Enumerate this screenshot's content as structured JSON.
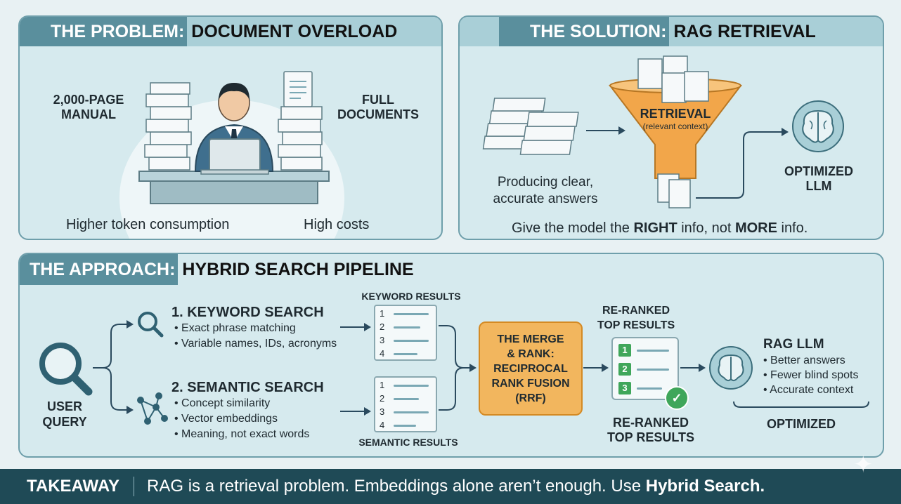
{
  "problem": {
    "title_a": "THE PROBLEM:",
    "title_b": "DOCUMENT OVERLOAD",
    "manual_label": "2,000-PAGE\nMANUAL",
    "docs_label": "FULL\nDOCUMENTS",
    "cost_token": "Higher token consumption",
    "cost_high": "High costs"
  },
  "solution": {
    "title_a": "THE SOLUTION:",
    "title_b": "RAG RETRIEVAL",
    "retrieval_label": "RETRIEVAL",
    "retrieval_sub": "(relevant context)",
    "answers_label": "Producing clear,\naccurate answers",
    "llm_label": "OPTIMIZED\nLLM",
    "tagline_1": "Give the model the ",
    "tagline_right": "RIGHT",
    "tagline_2": " info, not ",
    "tagline_more": "MORE",
    "tagline_3": " info."
  },
  "approach": {
    "title_a": "THE APPROACH:",
    "title_b": "HYBRID SEARCH PIPELINE",
    "user_query": "USER\nQUERY",
    "keyword_title": "1. KEYWORD SEARCH",
    "keyword_points": [
      "• Exact phrase matching",
      "• Variable names, IDs, acronyms"
    ],
    "semantic_title": "2. SEMANTIC SEARCH",
    "semantic_points": [
      "• Concept similarity",
      "• Vector embeddings",
      "• Meaning, not exact words"
    ],
    "keyword_results": "KEYWORD RESULTS",
    "semantic_results": "SEMANTIC RESULTS",
    "result_numbers": [
      "1",
      "2",
      "3",
      "4"
    ],
    "merge_label": "THE MERGE\n& RANK:\nRECIPROCAL\nRANK FUSION\n(RRF)",
    "reranked_top": "RE-RANKED\nTOP RESULTS",
    "reranked_bottom": "RE-RANKED\nTOP RESULTS",
    "reranked_numbers": [
      "1",
      "2",
      "3"
    ],
    "rag_llm_title": "RAG LLM",
    "rag_llm_points": [
      "• Better answers",
      "• Fewer blind spots",
      "• Accurate context"
    ],
    "optimized": "OPTIMIZED"
  },
  "footer": {
    "takeaway": "TAKEAWAY",
    "text": "RAG is a retrieval problem. Embeddings alone aren’t enough. Use ",
    "text_bold": "Hybrid Search."
  },
  "colors": {
    "teal_dark": "#5a8f9d",
    "teal_light": "#a9cfd7",
    "orange": "#f2b65e",
    "green": "#3fa65a",
    "footer": "#1f4a56"
  }
}
